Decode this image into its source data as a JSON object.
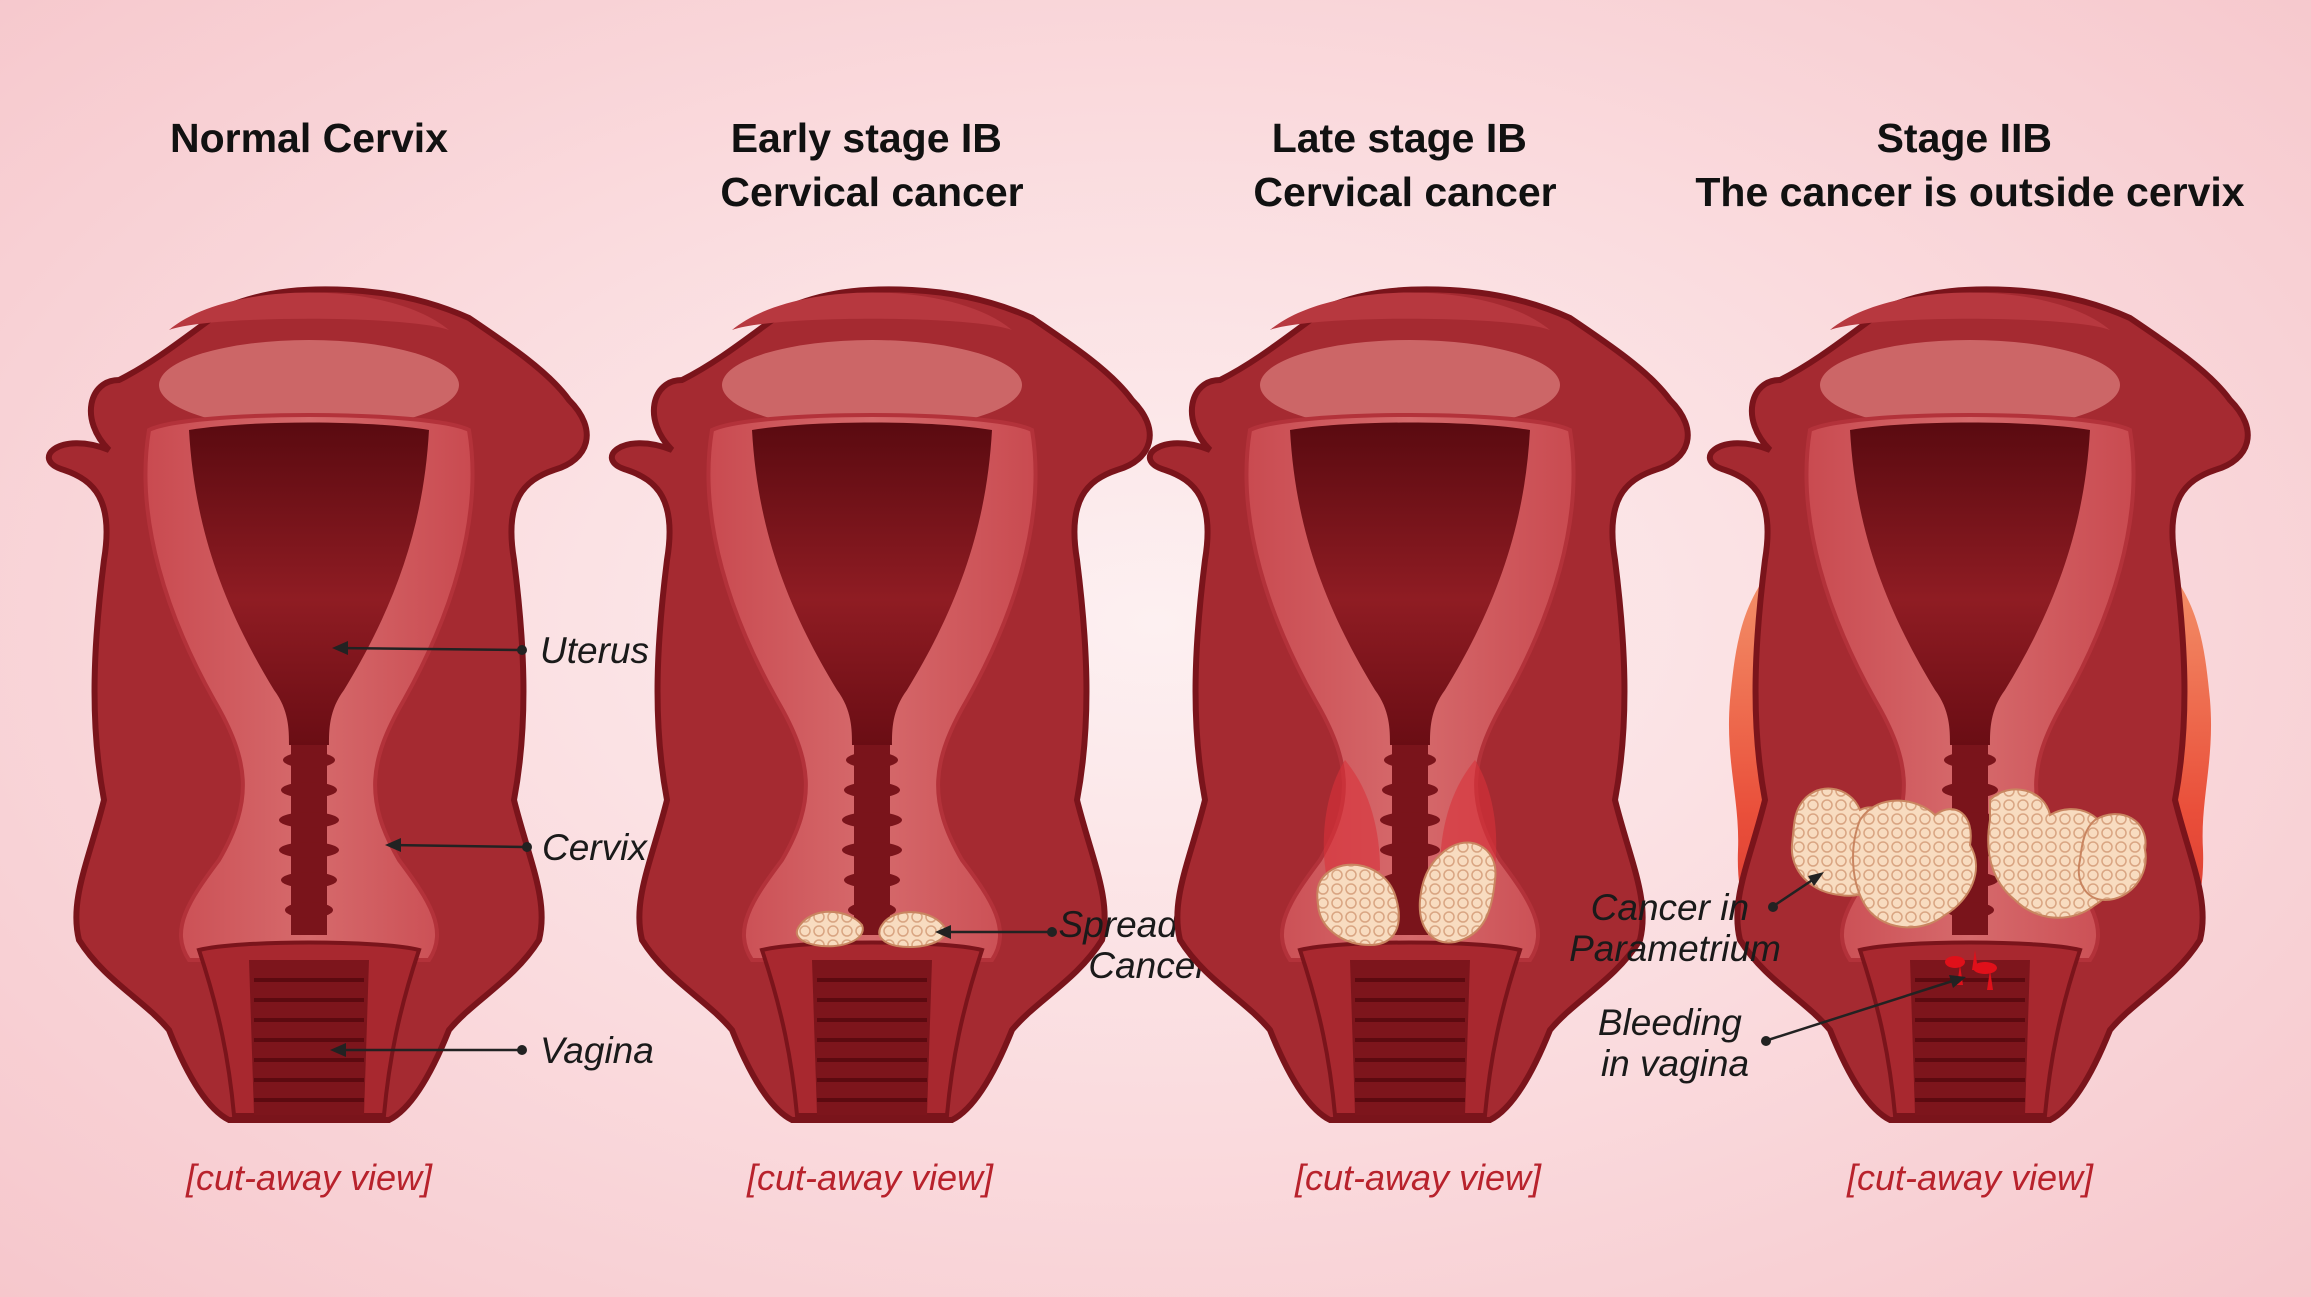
{
  "panels": [
    {
      "title_lines": [
        "Normal Cervix"
      ],
      "caption": "[cut-away view]"
    },
    {
      "title_lines": [
        "Early stage IB",
        "Cervical cancer"
      ],
      "caption": "[cut-away view]"
    },
    {
      "title_lines": [
        "Late stage IB",
        "Cervical cancer"
      ],
      "caption": "[cut-away view]"
    },
    {
      "title_lines": [
        "Stage IIB",
        "The cancer is outside cervix"
      ],
      "caption": "[cut-away view]"
    }
  ],
  "labels": {
    "uterus": "Uterus",
    "cervix": "Cervix",
    "vagina": "Vagina",
    "spreading_cancer": [
      "Spreading",
      "Cancer"
    ],
    "cancer_parametrium": [
      "Cancer in",
      "Parametrium"
    ],
    "bleeding_vagina": [
      "Bleeding",
      "in vagina"
    ]
  },
  "colors": {
    "wall": "#c7464d",
    "wall_dark": "#8e1f26",
    "cavity": "#6a0d14",
    "cancer": "#f6d3b3",
    "parametrium_spread": "#e8432c"
  }
}
